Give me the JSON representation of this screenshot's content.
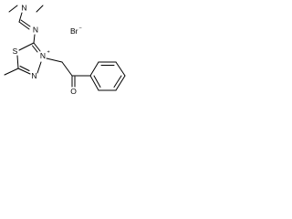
{
  "molecule": {
    "counterion": {
      "symbol": "Br",
      "charge": "−"
    },
    "atoms": {
      "amine_n": "N",
      "imine_n": "N",
      "ring_s": "S",
      "ring_n_plus": "N",
      "ring_n_plus_charge": "+",
      "ring_n": "N",
      "carbonyl_o": "O"
    },
    "colors": {
      "bond": "#000000",
      "text": "#000000",
      "background": "#ffffff"
    }
  }
}
